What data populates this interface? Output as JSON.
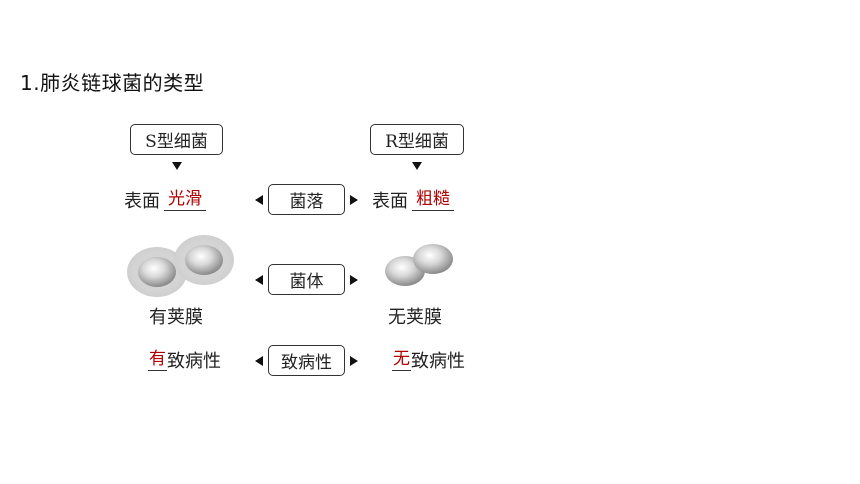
{
  "title": "1.肺炎链球菌的类型",
  "s_type": {
    "name": "S型细菌",
    "surface_prefix": "表面",
    "surface_answer": "光滑",
    "capsule": "有荚膜",
    "virulence_answer": "有",
    "virulence_suffix": "致病性"
  },
  "r_type": {
    "name": "R型细菌",
    "surface_prefix": "表面",
    "surface_answer": "粗糙",
    "capsule": "无荚膜",
    "virulence_answer": "无",
    "virulence_suffix": "致病性"
  },
  "criteria": {
    "colony": "菌落",
    "cell": "菌体",
    "virulence": "致病性"
  }
}
